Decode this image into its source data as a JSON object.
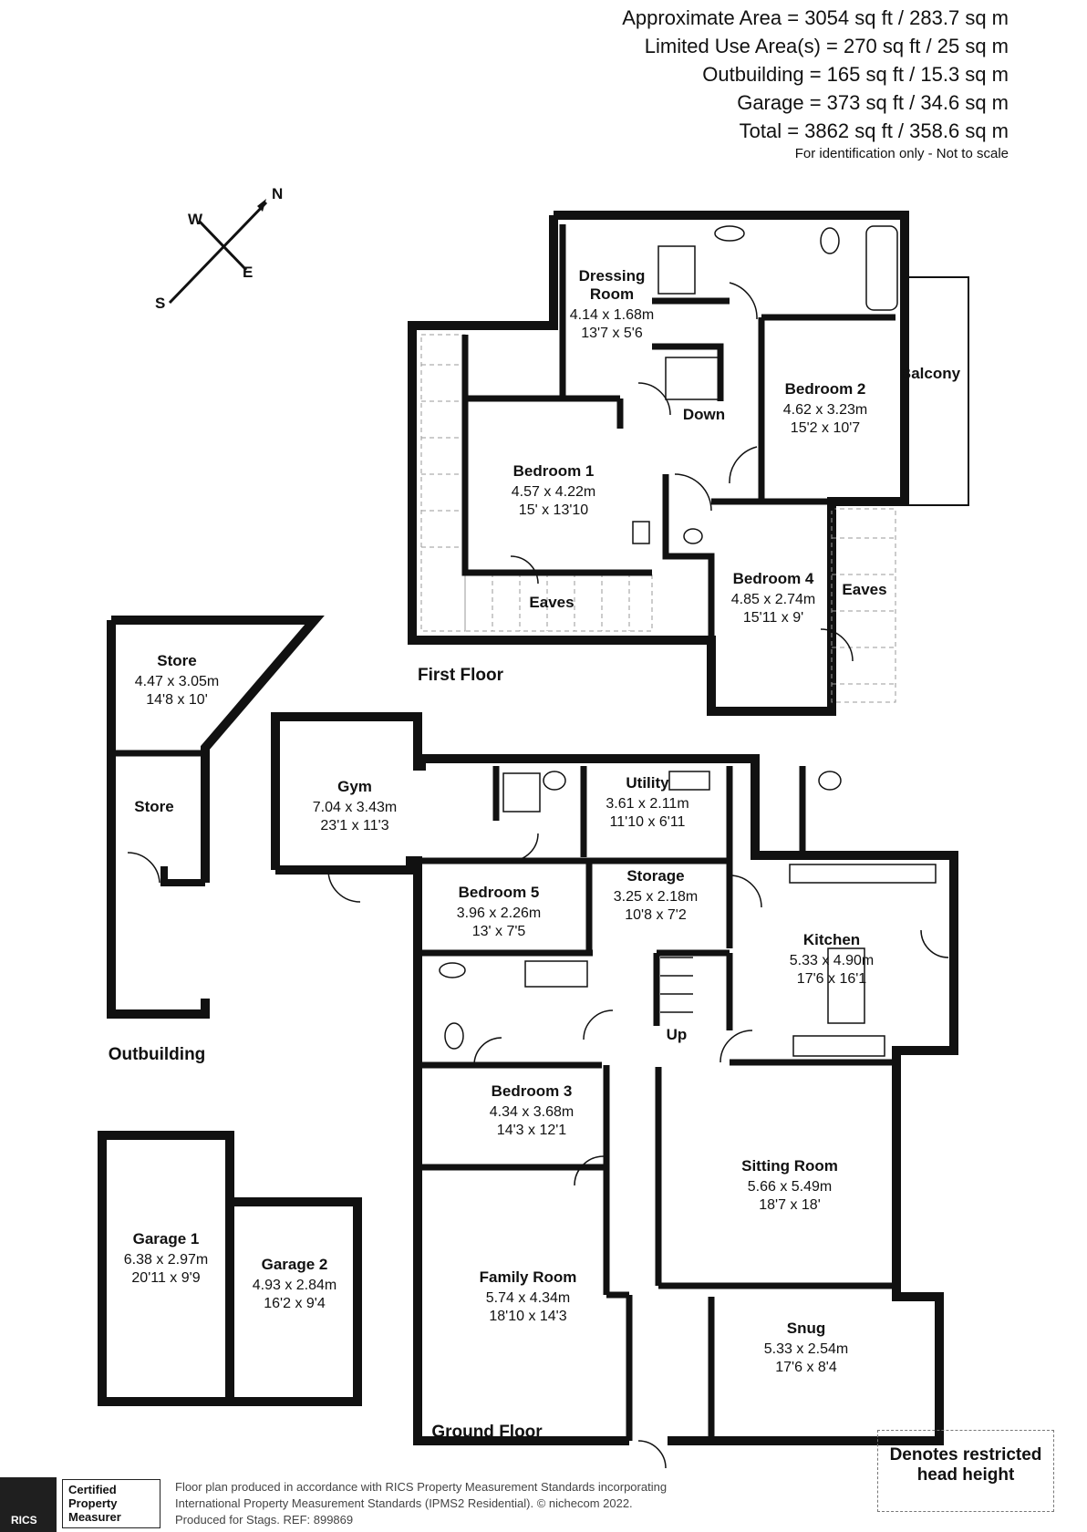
{
  "areas": {
    "approximate": "Approximate Area = 3054 sq ft / 283.7 sq m",
    "limited": "Limited Use Area(s) = 270 sq ft / 25 sq m",
    "outbuilding": "Outbuilding = 165 sq ft / 15.3 sq m",
    "garage": "Garage = 373 sq ft / 34.6 sq m",
    "total": "Total = 3862 sq ft / 358.6 sq m",
    "note": "For identification only - Not to scale"
  },
  "compass": {
    "n": "N",
    "s": "S",
    "e": "E",
    "w": "W"
  },
  "floors": {
    "first": "First Floor",
    "ground": "Ground Floor",
    "outbuilding": "Outbuilding"
  },
  "rooms": {
    "dressing": {
      "name": "Dressing",
      "name2": "Room",
      "metric": "4.14 x 1.68m",
      "imperial": "13'7 x 5'6"
    },
    "bedroom1": {
      "name": "Bedroom 1",
      "metric": "4.57 x 4.22m",
      "imperial": "15' x 13'10"
    },
    "bedroom2": {
      "name": "Bedroom 2",
      "metric": "4.62 x 3.23m",
      "imperial": "15'2 x 10'7"
    },
    "bedroom4": {
      "name": "Bedroom 4",
      "metric": "4.85 x 2.74m",
      "imperial": "15'11 x 9'"
    },
    "balcony": {
      "name": "Balcony"
    },
    "down": {
      "name": "Down"
    },
    "eaves1": {
      "name": "Eaves"
    },
    "eaves2": {
      "name": "Eaves"
    },
    "store1": {
      "name": "Store",
      "metric": "4.47 x 3.05m",
      "imperial": "14'8 x 10'"
    },
    "store2": {
      "name": "Store"
    },
    "gym": {
      "name": "Gym",
      "metric": "7.04 x 3.43m",
      "imperial": "23'1 x 11'3"
    },
    "utility": {
      "name": "Utility",
      "metric": "3.61 x 2.11m",
      "imperial": "11'10 x 6'11"
    },
    "bedroom5": {
      "name": "Bedroom 5",
      "metric": "3.96 x 2.26m",
      "imperial": "13' x 7'5"
    },
    "storage": {
      "name": "Storage",
      "metric": "3.25 x 2.18m",
      "imperial": "10'8 x 7'2"
    },
    "kitchen": {
      "name": "Kitchen",
      "metric": "5.33 x 4.90m",
      "imperial": "17'6 x 16'1"
    },
    "up": {
      "name": "Up"
    },
    "bedroom3": {
      "name": "Bedroom 3",
      "metric": "4.34 x 3.68m",
      "imperial": "14'3 x 12'1"
    },
    "sitting": {
      "name": "Sitting Room",
      "metric": "5.66 x 5.49m",
      "imperial": "18'7 x 18'"
    },
    "family": {
      "name": "Family Room",
      "metric": "5.74 x 4.34m",
      "imperial": "18'10 x 14'3"
    },
    "snug": {
      "name": "Snug",
      "metric": "5.33 x 2.54m",
      "imperial": "17'6 x 8'4"
    },
    "garage1": {
      "name": "Garage 1",
      "metric": "6.38 x 2.97m",
      "imperial": "20'11 x 9'9"
    },
    "garage2": {
      "name": "Garage 2",
      "metric": "4.93 x 2.84m",
      "imperial": "16'2 x 9'4"
    }
  },
  "legend": {
    "line1": "Denotes restricted",
    "line2": "head height"
  },
  "rics": {
    "logo": "RICS",
    "badge1": "Certified",
    "badge2": "Property",
    "badge3": "Measurer"
  },
  "footer": {
    "line1": "Floor plan produced in accordance with RICS Property Measurement Standards incorporating",
    "line2": "International Property Measurement Standards (IPMS2 Residential).  © nichecom 2022.",
    "line3": "Produced for Stags.   REF: 899869"
  }
}
